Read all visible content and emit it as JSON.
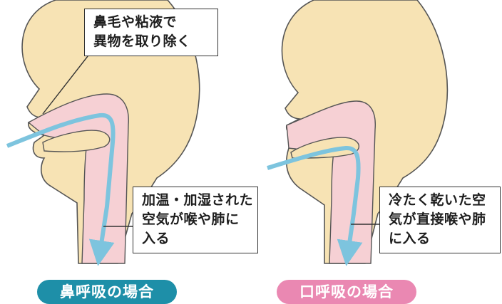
{
  "nasal": {
    "callout": [
      "鼻毛や粘液で",
      "異物を取り除く"
    ],
    "effect": [
      "加温・加湿された",
      "空気が喉や肺に",
      "入る"
    ],
    "badge": "鼻呼吸の場合"
  },
  "oral": {
    "effect": [
      "冷たく乾いた空",
      "気が直接喉や肺",
      "に入る"
    ],
    "badge": "口呼吸の場合"
  },
  "colors": {
    "skin": "#f7e3b4",
    "airway": "#f6d0d4",
    "airflow": "#7dc4de",
    "outline": "#555555",
    "nasal_badge": "#1e8fa8",
    "oral_badge": "#ea88b2"
  }
}
